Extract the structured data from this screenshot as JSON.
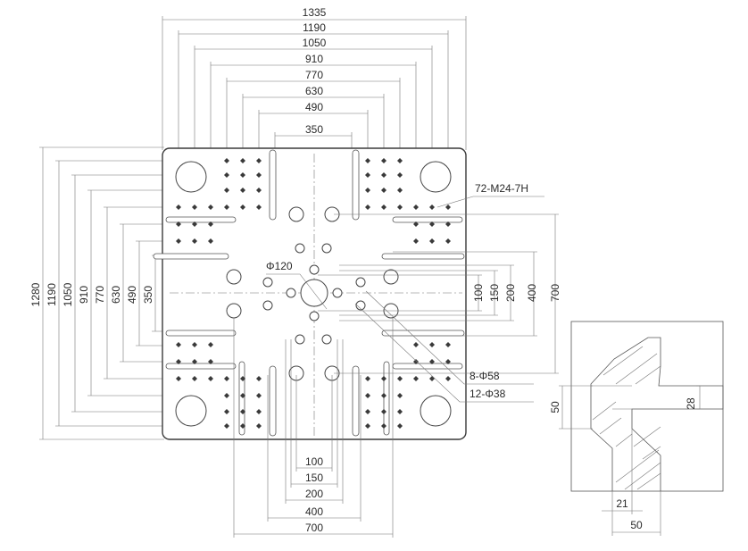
{
  "drawing": {
    "top_dims": [
      "1335",
      "1190",
      "1050",
      "910",
      "770",
      "630",
      "490",
      "350"
    ],
    "left_dims": [
      "1280",
      "1190",
      "1050",
      "910",
      "770",
      "630",
      "490",
      "350"
    ],
    "bottom_dims": [
      "100",
      "150",
      "200",
      "400",
      "700"
    ],
    "right_dims": [
      "100",
      "150",
      "200",
      "400",
      "700"
    ],
    "callouts": {
      "threads": "72-M24-7H",
      "center_hole": "Φ120",
      "large_holes": "8-Φ58",
      "small_holes": "12-Φ38"
    },
    "section_view": {
      "left_dim": "50",
      "right_dim": "28",
      "bottom_dims": [
        "21",
        "50"
      ]
    },
    "colors": {
      "line": "#555555",
      "text": "#2a2a2a",
      "background": "#ffffff"
    }
  }
}
